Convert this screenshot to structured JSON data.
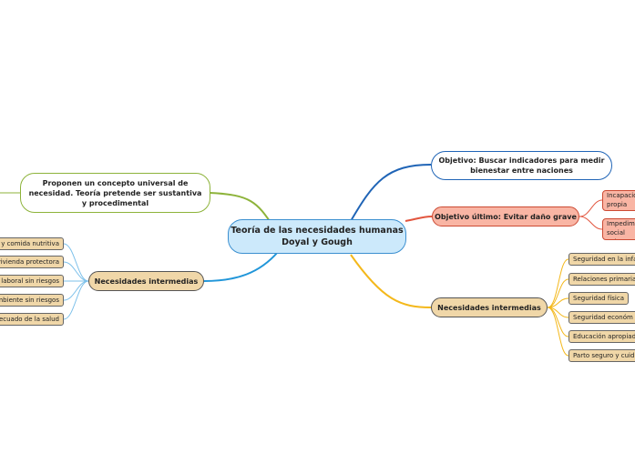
{
  "root": {
    "line1": "Teoría de las necesidades humanas",
    "line2": "Doyal y Gough"
  },
  "left_top": {
    "line1": "Proponen un concepto universal de",
    "line2": "necesidad. Teoría pretende ser sustantiva",
    "line3": "y procedimental"
  },
  "left_mid": {
    "label": "Necesidades intermedias",
    "items": [
      "a y comida nutritiva",
      "vivienda protectora",
      "e laboral sin riesgos",
      "mbiente sin riesgos",
      "decuado de la salud"
    ]
  },
  "right_top": {
    "line1": "Objetivo: Buscar indicadores para medir",
    "line2": "bienestar entre naciones"
  },
  "right_red": {
    "label": "Objetivo último: Evitar daño grave",
    "items": [
      {
        "line1": "Incapacio",
        "line2": "propia de"
      },
      {
        "line1": "Impedim",
        "line2": "social exi"
      }
    ]
  },
  "right_bottom": {
    "label": "Necesidades intermedias",
    "items": [
      "Seguridad en la infa",
      "Relaciones primaria",
      "Seguridad física",
      "Seguridad económ",
      "Educación apropiad",
      "Parto seguro y cuid"
    ]
  },
  "colors": {
    "root_fill": "#cce9fb",
    "root_border": "#3b8fd0",
    "branch_green": "#8db33a",
    "branch_blue": "#2196d9",
    "branch_navy": "#1f64b6",
    "branch_red": "#e2553e",
    "branch_yellow": "#f4b81b",
    "tan_fill": "#f0d7a8",
    "red_fill": "#f9b5a4"
  }
}
